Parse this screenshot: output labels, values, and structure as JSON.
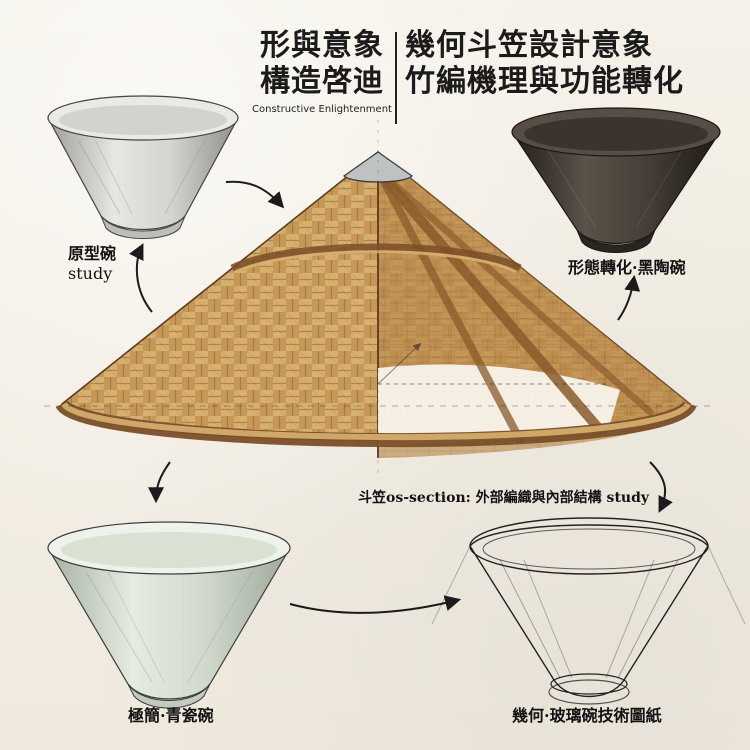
{
  "title": {
    "left_line1": "形與意象",
    "left_line2": "構造啓迪",
    "left_subtitle": "Constructive Enlightenment",
    "right_line1": "幾何斗笠設計意象",
    "right_line2": "竹編機理與功能轉化"
  },
  "labels": {
    "prototype_bowl": {
      "line1": "原型碗",
      "line2": "study"
    },
    "black_bowl": "形態轉化·黑陶碗",
    "cross_section": "斗笠os-section: 外部編織與內部結構 study",
    "celadon_bowl": "極簡·青瓷碗",
    "glass_bowl": "幾何·玻璃碗技術圖紙"
  },
  "colors": {
    "paper": "#f3efe6",
    "bamboo": "#c79a5a",
    "bamboo_dark": "#8b6236",
    "ink": "#1b1b1b",
    "celadon": "#cfd7c9",
    "black_glaze": "#3a332d",
    "white_porcelain": "#d9d9d5"
  }
}
